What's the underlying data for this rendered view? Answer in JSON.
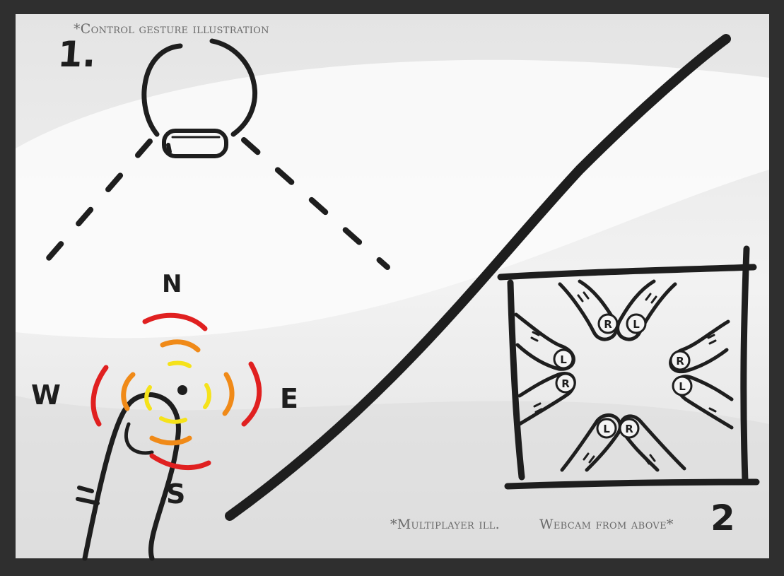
{
  "captions": {
    "control_gesture": "*Control gesture illustration",
    "multiplayer": "*Multiplayer ill.",
    "webcam": "Webcam from above*"
  },
  "section_numbers": {
    "one": "1.",
    "two": "2"
  },
  "compass": {
    "north": "N",
    "east": "E",
    "south": "S",
    "west": "W"
  },
  "finger_labels": {
    "left": "L",
    "right": "R"
  },
  "colors": {
    "frame": "#2f2f2f",
    "canvas": "#ececec",
    "highlight": "#fafafa",
    "ink": "#1e1e1e",
    "ring_outer": "#e02020",
    "ring_middle": "#f08a18",
    "ring_inner": "#f5e21a",
    "caption": "#6a6a6a"
  }
}
